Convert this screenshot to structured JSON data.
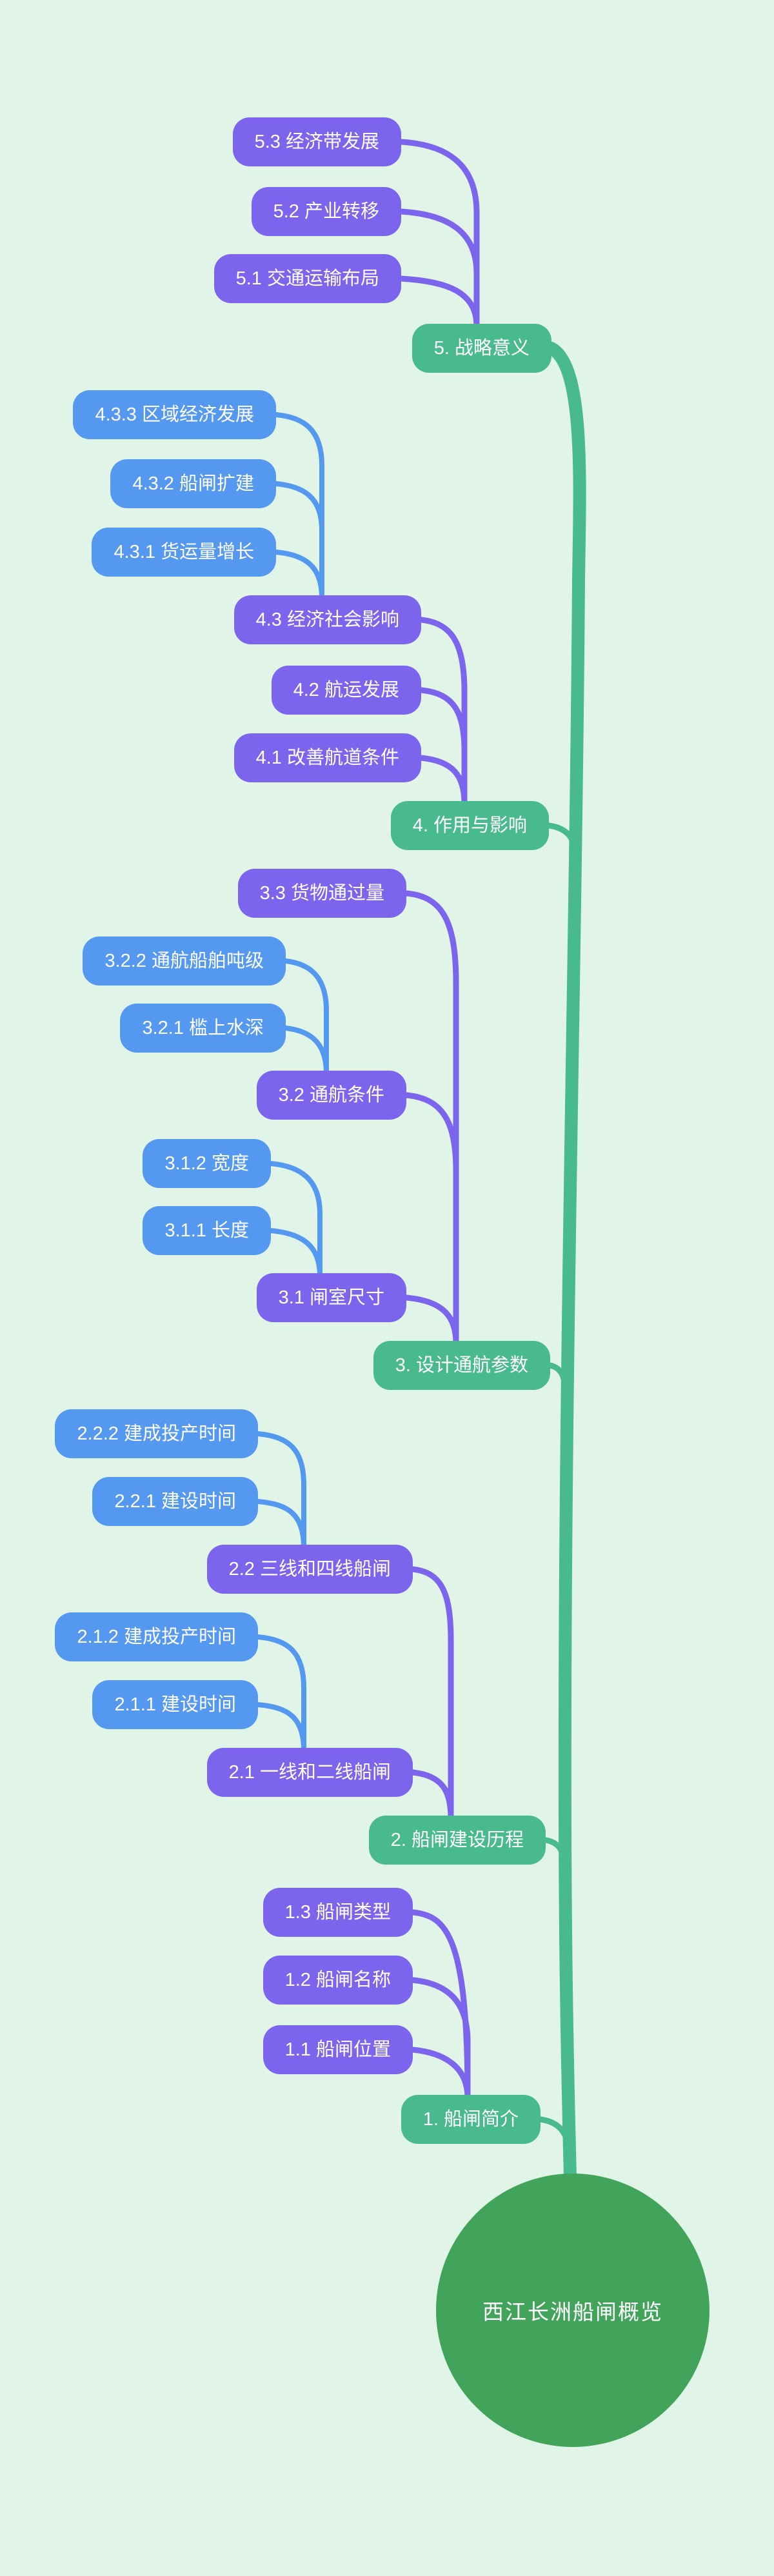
{
  "root": {
    "label": "西江长洲船闸概览"
  },
  "sections": [
    {
      "label": "5. 战略意义",
      "children": [
        {
          "label": "5.3 经济带发展"
        },
        {
          "label": "5.2 产业转移"
        },
        {
          "label": "5.1 交通运输布局"
        }
      ]
    },
    {
      "label": "4. 作用与影响",
      "children": [
        {
          "label": "4.3 经济社会影响",
          "children": [
            {
              "label": "4.3.3 区域经济发展"
            },
            {
              "label": "4.3.2 船闸扩建"
            },
            {
              "label": "4.3.1 货运量增长"
            }
          ]
        },
        {
          "label": "4.2 航运发展"
        },
        {
          "label": "4.1 改善航道条件"
        }
      ]
    },
    {
      "label": "3. 设计通航参数",
      "children": [
        {
          "label": "3.3 货物通过量"
        },
        {
          "label": "3.2 通航条件",
          "children": [
            {
              "label": "3.2.2 通航船舶吨级"
            },
            {
              "label": "3.2.1 槛上水深"
            }
          ]
        },
        {
          "label": "3.1 闸室尺寸",
          "children": [
            {
              "label": "3.1.2 宽度"
            },
            {
              "label": "3.1.1 长度"
            }
          ]
        }
      ]
    },
    {
      "label": "2. 船闸建设历程",
      "children": [
        {
          "label": "2.2 三线和四线船闸",
          "children": [
            {
              "label": "2.2.2 建成投产时间"
            },
            {
              "label": "2.2.1 建设时间"
            }
          ]
        },
        {
          "label": "2.1 一线和二线船闸",
          "children": [
            {
              "label": "2.1.2 建成投产时间"
            },
            {
              "label": "2.1.1 建设时间"
            }
          ]
        }
      ]
    },
    {
      "label": "1. 船闸简介",
      "children": [
        {
          "label": "1.3 船闸类型"
        },
        {
          "label": "1.2 船闸名称"
        },
        {
          "label": "1.1 船闸位置"
        }
      ]
    }
  ],
  "colors": {
    "bg": "#E0F4E7",
    "blue": "#5598F0",
    "purple": "#7C64EC",
    "teal": "#49B98E",
    "root-green": "#41A45A",
    "text": "#FFFFFF"
  }
}
